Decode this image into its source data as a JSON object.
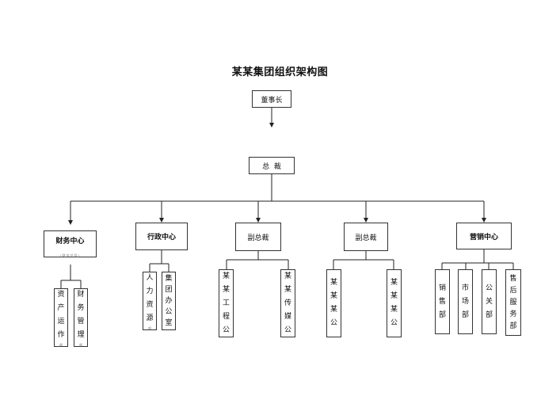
{
  "title": "某某集团组织架构图",
  "chairman": "董事长",
  "president": "总  裁",
  "centers": {
    "finance": "财务中心",
    "finance_sub": "(财务总监)",
    "admin": "行政中心",
    "vp1": "副总裁",
    "vp2": "副总裁",
    "marketing": "营销中心"
  },
  "finance_depts": [
    {
      "label": "资产运作",
      "note": "部"
    },
    {
      "label": "财务管理",
      "note": "部"
    }
  ],
  "admin_depts": [
    {
      "label": "人力资源",
      "note": "部"
    },
    {
      "label": "集团办公室",
      "note": ""
    }
  ],
  "vp1_depts": [
    "某某工程公",
    "某某传媒公"
  ],
  "vp2_depts": [
    "某某某公",
    "某某某公"
  ],
  "marketing_depts": [
    "销售部",
    "市场部",
    "公关部",
    "售后服务部"
  ]
}
